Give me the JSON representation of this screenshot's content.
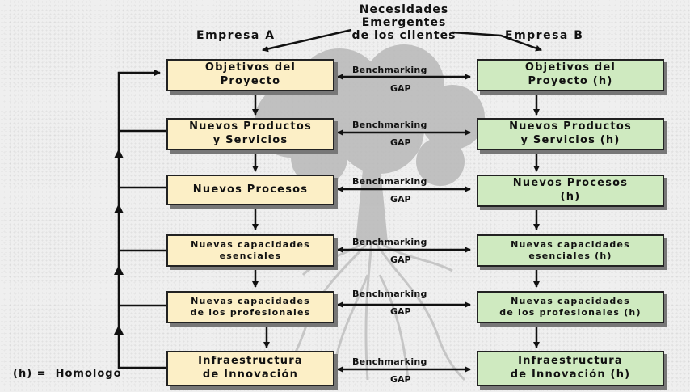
{
  "header": {
    "needs": "Necesidades\nEmergentes\nde los clientes",
    "company_a": "Empresa A",
    "company_b": "Empresa B"
  },
  "legend": "(h) =  Homologo",
  "rows": [
    {
      "a": "Objetivos del\nProyecto",
      "b": "Objetivos del\nProyecto (h)",
      "benchmarking": "Benchmarking",
      "gap": "GAP"
    },
    {
      "a": "Nuevos Productos\ny Servicios",
      "b": "Nuevos Productos\ny Servicios (h)",
      "benchmarking": "Benchmarking",
      "gap": "GAP"
    },
    {
      "a": "Nuevos Procesos",
      "b": "Nuevos Procesos\n(h)",
      "benchmarking": "Benchmarking",
      "gap": "GAP"
    },
    {
      "a": "Nuevas capacidades\nesenciales",
      "b": "Nuevas capacidades\nesenciales (h)",
      "benchmarking": "Benchmarking",
      "gap": "GAP"
    },
    {
      "a": "Nuevas capacidades\nde los profesionales",
      "b": "Nuevas capacidades\nde los profesionales (h)",
      "benchmarking": "Benchmarking",
      "gap": "GAP"
    },
    {
      "a": "Infraestructura\nde Innovación",
      "b": "Infraestructura\nde Innovación (h)",
      "benchmarking": "Benchmarking",
      "gap": "GAP"
    }
  ],
  "colors": {
    "company_a_box": "#fcefc6",
    "company_b_box": "#cfeac0",
    "tree": "#b8b8b8"
  }
}
